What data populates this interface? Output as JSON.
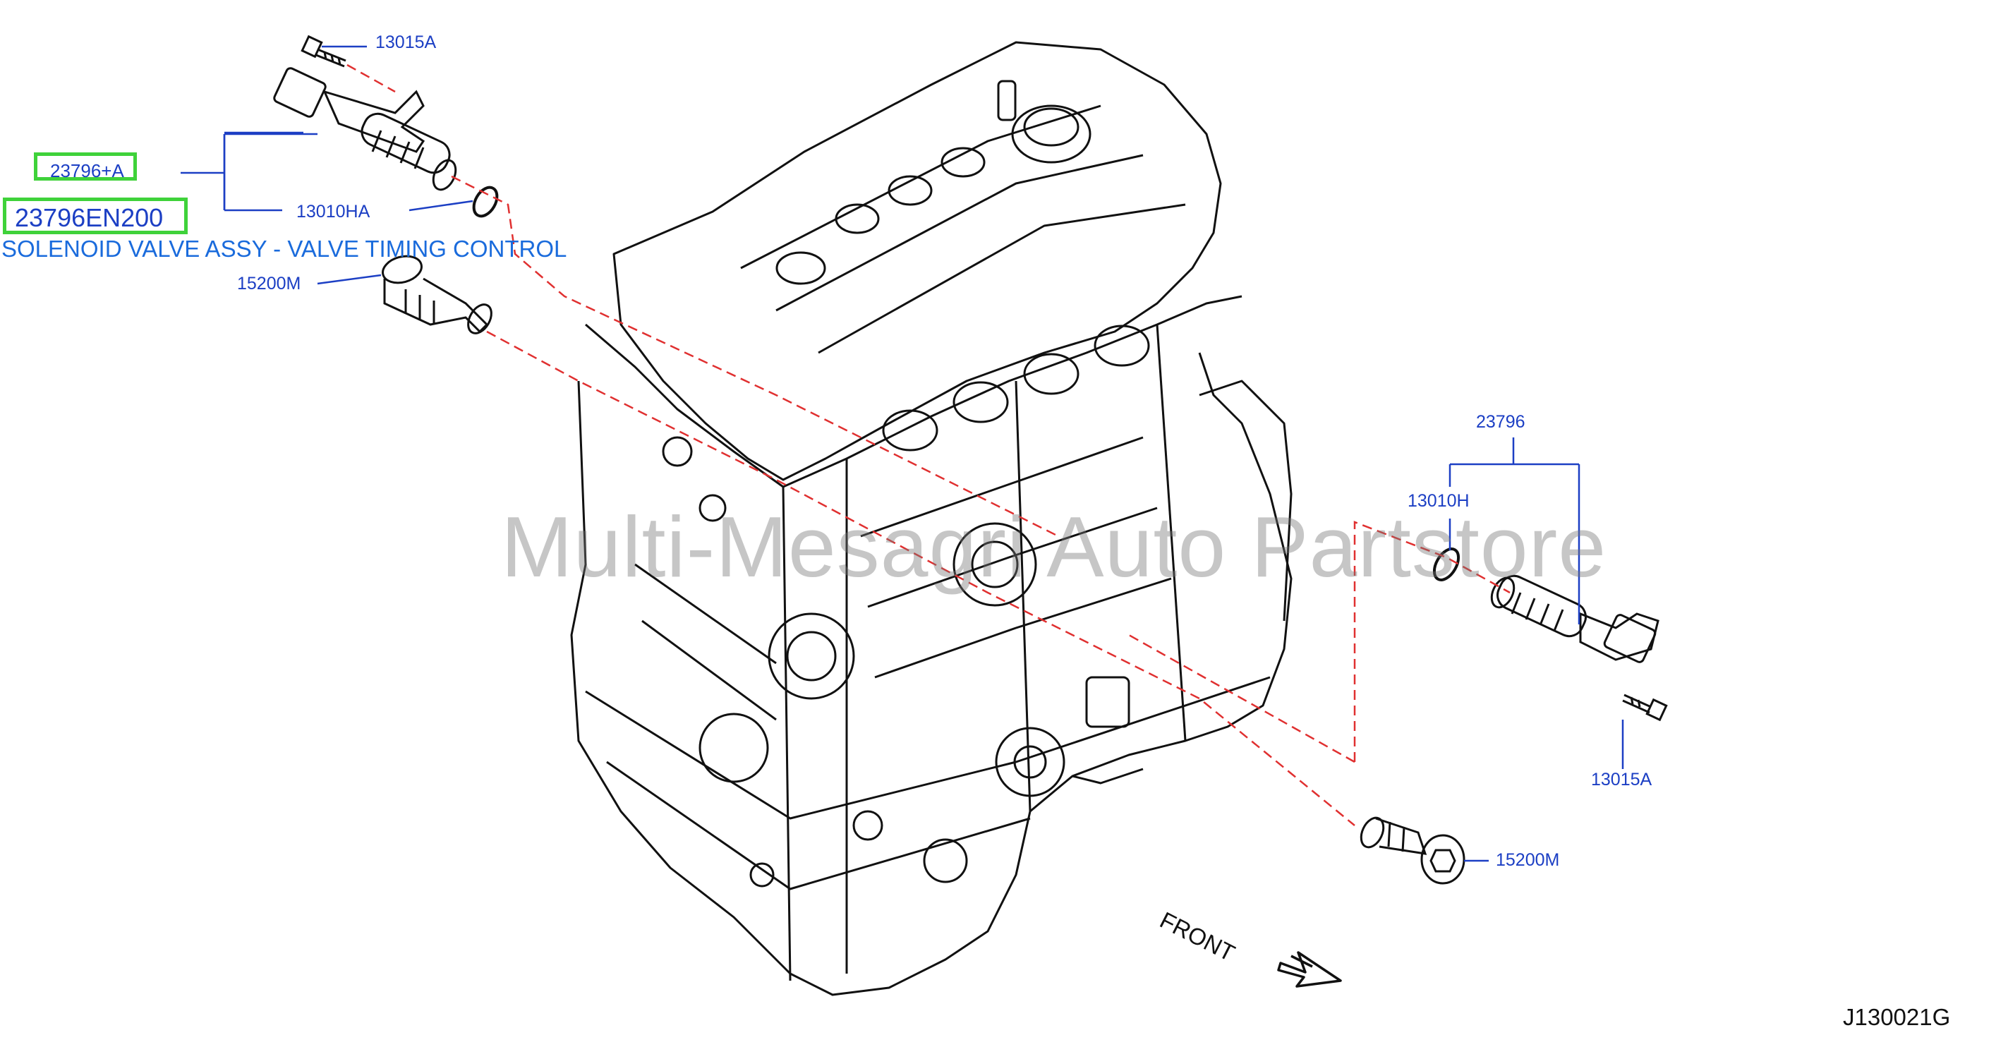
{
  "callouts": {
    "top_bolt": "13015A",
    "main_assy": "23796+A",
    "left_oring": "13010HA",
    "part_number": "23796EN200",
    "part_description": "SOLENOID VALVE ASSY - VALVE TIMING CONTROL",
    "left_filter": "15200M",
    "right_assy": "23796",
    "right_oring": "13010H",
    "right_bolt": "13015A",
    "right_filter": "15200M"
  },
  "front_label": "FRONT",
  "diagram_code": "J130021G",
  "watermark": "Multi-Mesagri Auto Partstore",
  "colors": {
    "label_blue": "#1c3fc4",
    "highlight_green": "#3fd23a",
    "leader_red": "#e03030",
    "line_black": "#111111"
  }
}
